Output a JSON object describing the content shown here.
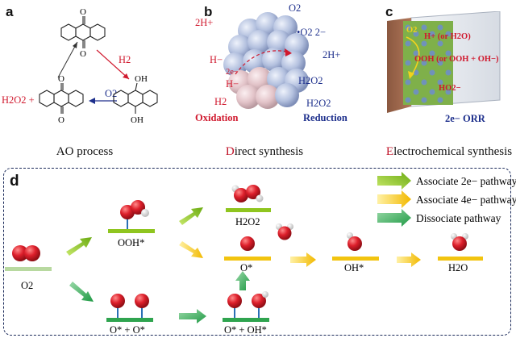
{
  "panels": {
    "a": {
      "letter": "a",
      "caption": "AO process",
      "h2": "H2",
      "o2": "O2",
      "h2o2": "H2O2 +",
      "atom_o": "O",
      "atom_oh": "OH"
    },
    "b": {
      "letter": "b",
      "caption_first": "D",
      "caption_rest": "irect synthesis",
      "labels": {
        "proton_out": "2H+",
        "h_minus_1": "H−",
        "h_minus_2": "H−",
        "two_e": "2e−",
        "h2": "H2",
        "oxidation": "Oxidation",
        "o2": "O2",
        "superoxide": "•O2 2−",
        "proton_in": "2H+",
        "h2o2": "H2O2",
        "h2o2_b": "H2O2",
        "reduction": "Reduction"
      }
    },
    "c": {
      "letter": "c",
      "caption_first": "E",
      "caption_rest": "lectrochemical  synthesis",
      "labels": {
        "o2": "O2",
        "proton": "H+ (or H2O)",
        "intermediate": "OOH (or OOH + OH−)",
        "ho2": "HO2−",
        "orr": "2e− ORR"
      }
    },
    "d": {
      "letter": "d",
      "legend": [
        {
          "label": "Associate 2e− pathway",
          "color": "#8fc51f"
        },
        {
          "label": "Associate 4e− pathway",
          "color": "#f0c21a"
        },
        {
          "label": "Dissociate pathway",
          "color": "#2fa44f"
        }
      ],
      "species": {
        "o2": "O2",
        "ooh": "OOH*",
        "h2o2": "H2O2",
        "o_star": "O*",
        "oh_star": "OH*",
        "h2o": "H2O",
        "o_o": "O* + O*",
        "o_oh": "O* + OH*"
      }
    }
  }
}
